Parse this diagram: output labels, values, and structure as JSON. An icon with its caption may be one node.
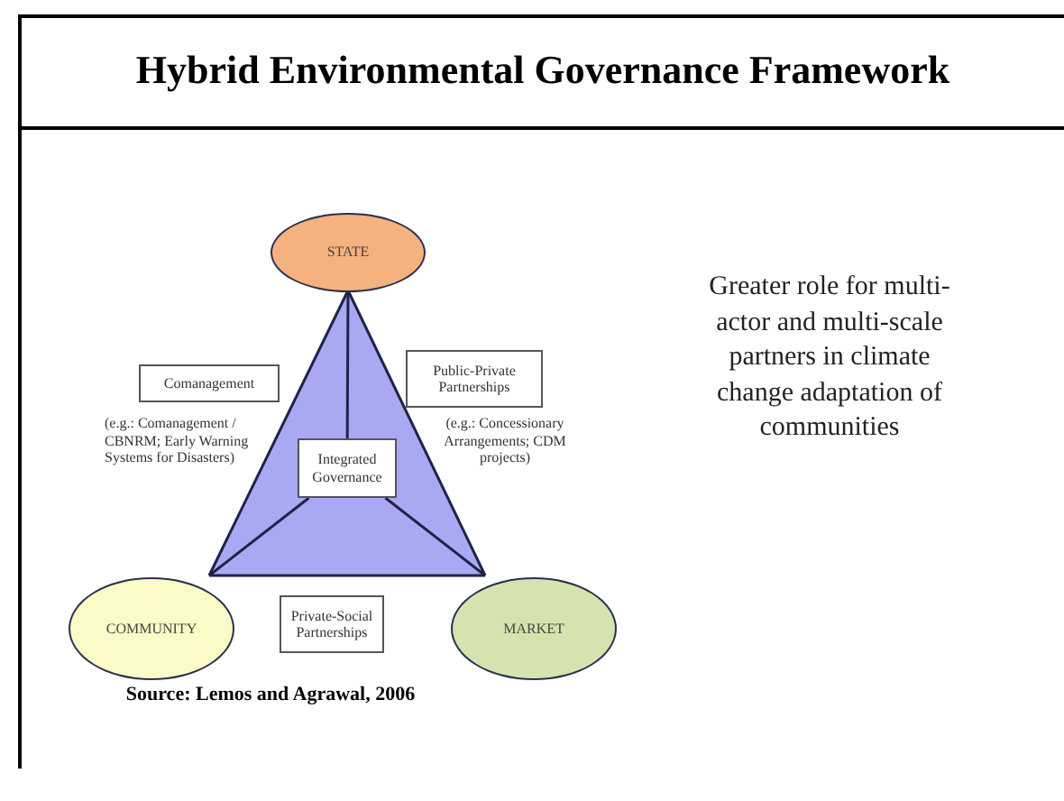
{
  "diagram": {
    "title": "Hybrid Environmental Governance Framework",
    "nodes": [
      {
        "text": [
          "STATE"
        ]
      },
      {
        "text": [
          "Comanagement"
        ],
        "beside": [
          "(e.g.: Comanagement / CBNRM; Early Warning Systems for Disasters)"
        ]
      },
      {
        "text": [
          "Public-Private Partnerships"
        ],
        "beside": [
          "(e.g.: Concessionary Arrangements; CDM projects)"
        ]
      },
      {
        "text": [
          "Integrated Governance"
        ]
      },
      {
        "text": [
          "COMMUNITY"
        ]
      },
      {
        "text": [
          "Private-Social Partnerships"
        ]
      },
      {
        "text": [
          "MARKET"
        ]
      }
    ],
    "edges": [
      {
        "from": 0,
        "to": 4,
        "arrow": "none"
      },
      {
        "from": 0,
        "to": 6,
        "arrow": "none"
      },
      {
        "from": 4,
        "to": 6,
        "arrow": "none"
      },
      {
        "from": 3,
        "to": 0,
        "arrow": "none"
      },
      {
        "from": 3,
        "to": 4,
        "arrow": "none"
      },
      {
        "from": 3,
        "to": 6,
        "arrow": "none"
      }
    ],
    "labels": [
      "Greater role for multi-actor and multi-scale partners in climate change adaptation of communities",
      "Source: Lemos and Agrawal, 2006"
    ]
  }
}
